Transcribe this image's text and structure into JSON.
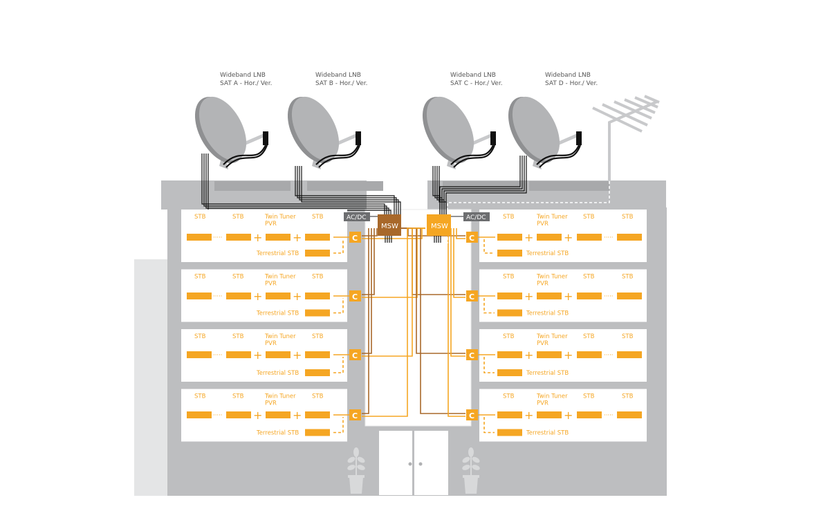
{
  "colors": {
    "orange": "#f5a623",
    "brown": "#a8682a",
    "building": "#bdbec0",
    "building_light": "#e4e5e6",
    "dish": "#a8a9ab",
    "acdc_bg": "#6d6e70",
    "cable_black": "#1a1a1a"
  },
  "dishes": [
    {
      "line1": "Wideband LNB",
      "line2": "SAT A - Hor./ Ver."
    },
    {
      "line1": "Wideband LNB",
      "line2": "SAT B - Hor./ Ver."
    },
    {
      "line1": "Wideband LNB",
      "line2": "SAT C - Hor./ Ver."
    },
    {
      "line1": "Wideband LNB",
      "line2": "SAT D - Hor./ Ver."
    }
  ],
  "switches": [
    {
      "label": "MSW",
      "power": "AC/DC"
    },
    {
      "label": "MSW",
      "power": "AC/DC"
    }
  ],
  "apartment_left": {
    "stb1": "STB",
    "stb2": "STB",
    "pvr1": "Twin Tuner",
    "pvr2": "PVR",
    "stb3": "STB",
    "terrestrial": "Terrestrial STB",
    "connector": "C"
  },
  "apartment_right": {
    "stb1": "STB",
    "pvr1": "Twin Tuner",
    "pvr2": "PVR",
    "stb2": "STB",
    "stb3": "STB",
    "terrestrial": "Terrestrial STB",
    "connector": "C"
  },
  "floors": 4
}
